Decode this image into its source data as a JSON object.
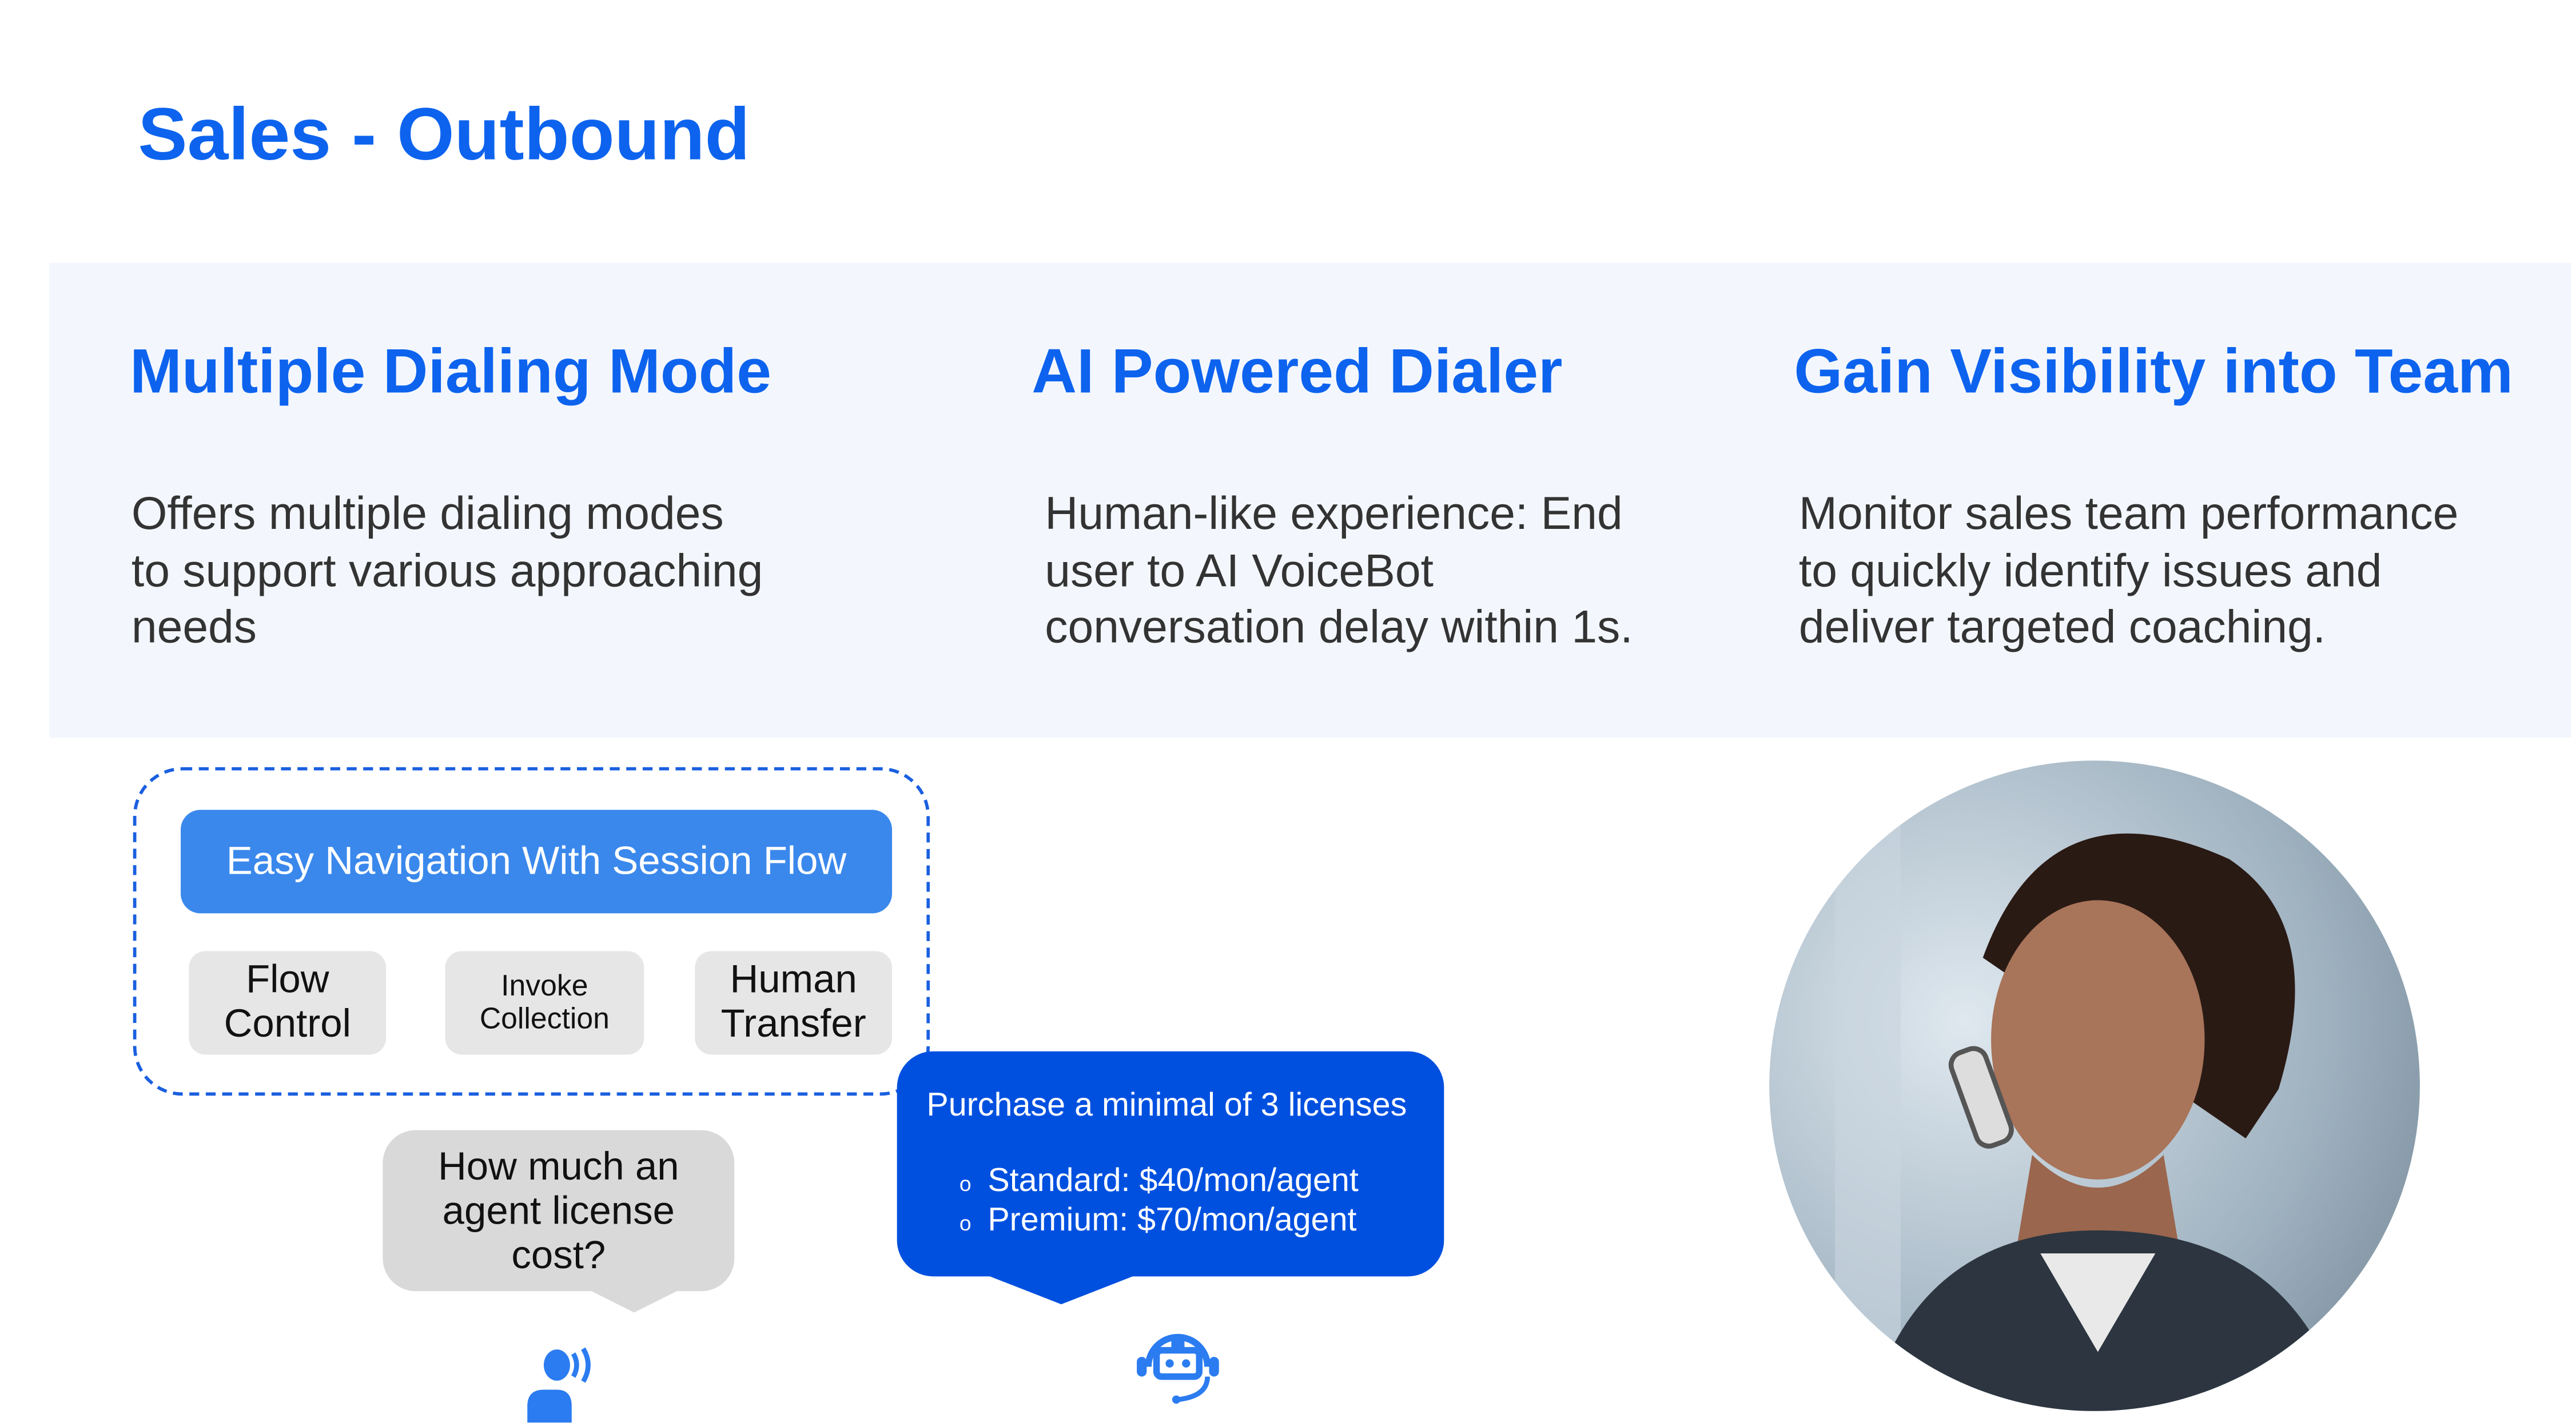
{
  "title": "Sales - Outbound",
  "features": [
    {
      "heading": "Multiple Dialing Mode",
      "body": "Offers multiple dialing modes to support various approaching needs"
    },
    {
      "heading": "AI Powered Dialer",
      "body": "Human-like experience: End user to AI VoiceBot conversation delay within 1s."
    },
    {
      "heading": "Gain Visibility into Team",
      "body": "Monitor sales team performance to quickly identify issues and deliver targeted coaching."
    }
  ],
  "session_flow": {
    "button": "Easy Navigation With Session Flow",
    "chips": [
      "Flow Control",
      "Invoke Collection",
      "Human Transfer"
    ]
  },
  "chat": {
    "question": "How much an agent license cost?",
    "answer_title": "Purchase a minimal of 3 licenses",
    "answer_items": [
      "Standard: $40/mon/agent",
      "Premium: $70/mon/agent"
    ]
  },
  "colors": {
    "accent": "#0d63ee",
    "button": "#3a88ec",
    "answer_bubble": "#0050e0"
  }
}
